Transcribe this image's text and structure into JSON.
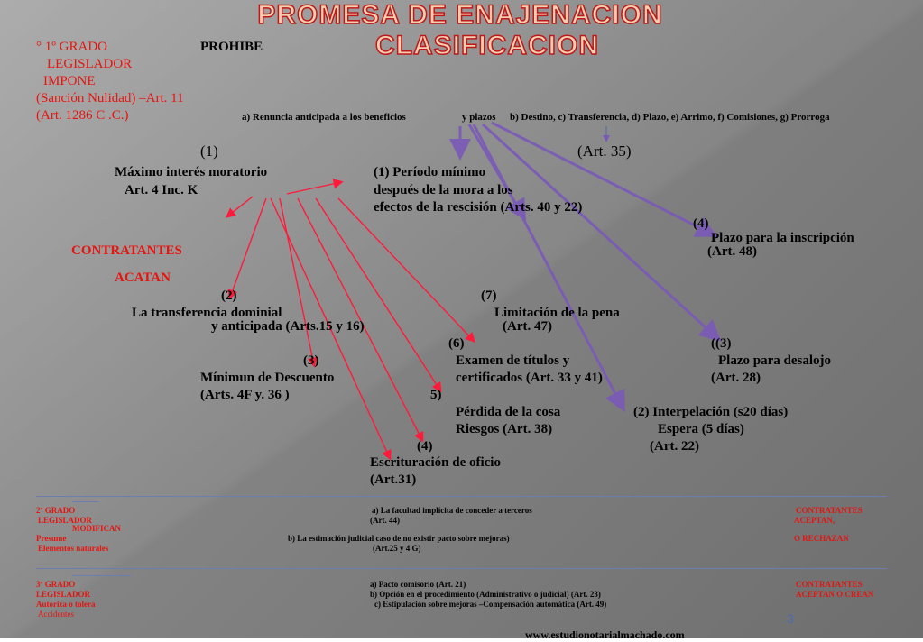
{
  "title": {
    "line1": "PROMESA DE ENAJENACION",
    "line2": "CLASIFICACION"
  },
  "grado1": {
    "l1": "° 1º GRADO",
    "l2": "LEGISLADOR",
    "l3": "IMPONE",
    "l4": "(Sanción Nulidad) –Art. 11",
    "l5": "(Art. 1286 C .C.)"
  },
  "prohibe": "PROHIBE",
  "renuncia": "a) Renuncia anticipada a los beneficios",
  "yplazos": "y plazos",
  "plazos_list": "b) Destino, c) Transferencia, d) Plazo, e) Arrimo, f) Comisiones, g) Prorroga",
  "n1": "(1)",
  "art35": "(Art. 35)",
  "maximo": {
    "l1": "Máximo interés moratorio",
    "l2": "Art. 4 Inc. K"
  },
  "periodo": {
    "l1": "(1) Período mínimo",
    "l2": "después de la mora a los",
    "l3": "efectos de la rescisión (Arts. 40 y 22)"
  },
  "inscripcion": {
    "n": "(4)",
    "l1": "Plazo  para la inscripción",
    "l2": "(Art. 48)"
  },
  "contratantes": "CONTRATANTES",
  "acatan": "ACATAN",
  "transferencia": {
    "n": "(2)",
    "l1": "La transferencia dominial",
    "l2": "y  anticipada (Arts.15 y 16)"
  },
  "limitacion": {
    "n": "(7)",
    "l1": "Limitación de la pena",
    "l2": "(Art. 47)"
  },
  "examen": {
    "n": "(6)",
    "l1": "Examen de títulos y",
    "l2": "certificados (Art. 33 y 41)"
  },
  "desalojo": {
    "n": "((3)",
    "l1": "Plazo para desalojo",
    "l2": "(Art. 28)"
  },
  "descuento": {
    "n": "(3)",
    "l1": "Mínimun de Descuento",
    "l2": "(Arts.  4F y. 36 )"
  },
  "perdida": {
    "n": "5)",
    "l1": "Pérdida de la cosa",
    "l2": "Riesgos (Art. 38)"
  },
  "interpelacion": {
    "l1": "(2)  Interpelación (s20 días)",
    "l2": "Espera (5 días)",
    "l3": "(Art. 22)"
  },
  "escrituracion": {
    "n": "(4)",
    "l1": "Escrituración de oficio",
    "l2": "(Art.31)"
  },
  "grado2": {
    "l1": "2º GRADO",
    "l2": "LEGISLADOR",
    "l3": "MODIFICAN",
    "l4": "Presume",
    "l5": "Elementos naturales",
    "a1": "a) La facultad implícita de conceder a terceros",
    "a2": "(Art.  44)",
    "b1": "b) La estimación  judicial caso de no existir pacto sobre mejoras)",
    "b2": "(Art.25  y  4 G)",
    "c1": "CONTRATANTES",
    "c2": "ACEPTAN,",
    "c3": "O   RECHAZAN"
  },
  "grado3": {
    "l1": "3º GRADO",
    "l2": "LEGISLADOR",
    "l3": "Autoriza o tolera",
    "l4": "Accidentes",
    "a": "a) Pacto comisorio (Art. 21)",
    "b": "b) Opción en el procedimiento (Administrativo o judicial) (Art. 23)",
    "c": "c) Estipulación sobre mejoras –Compensación automática (Art. 49)",
    "c1": "CONTRATANTES",
    "c2": "ACEPTAN O CREAN"
  },
  "page_number": "3",
  "footer_url": "www.estudionotarialmachado.com",
  "colors": {
    "red_text": "#e8140f",
    "red_arrow": "#ff1a3a",
    "purple_arrow": "#7a5ab8",
    "title_fill": "#f0d0b0",
    "title_stroke": "#c0181a"
  }
}
